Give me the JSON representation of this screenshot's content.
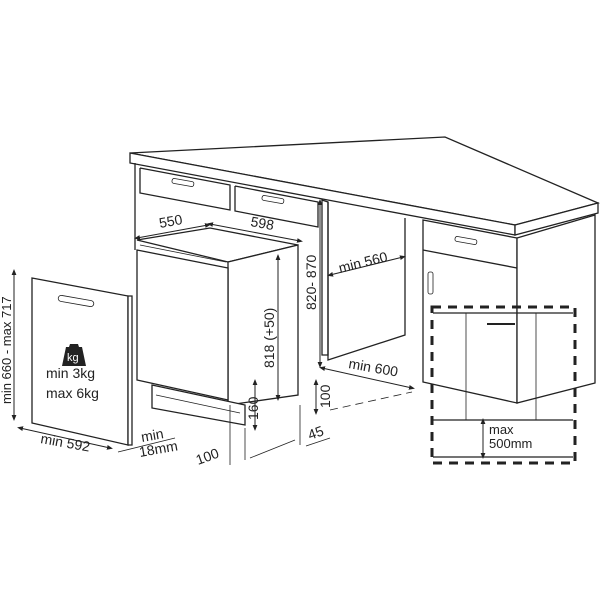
{
  "dimensions": {
    "depth": "550",
    "width": "598",
    "niche_height": "820- 870",
    "niche_width": "min 560",
    "appliance_height": "818 (+50)",
    "niche_depth": "min 600",
    "plinth_height": "160",
    "plinth_gap": "100",
    "plinth_depth": "45",
    "door_offset": "100",
    "panel_thickness_min": "min",
    "panel_thickness_value": "18mm",
    "panel_width": "min 592",
    "panel_height": "min 660 - max 717"
  },
  "weight": {
    "icon": "kg",
    "min": "min  3kg",
    "max": "max 6kg"
  },
  "detail": {
    "max_label": "max",
    "max_value": "500mm"
  },
  "colors": {
    "line": "#222222",
    "background": "#ffffff"
  }
}
